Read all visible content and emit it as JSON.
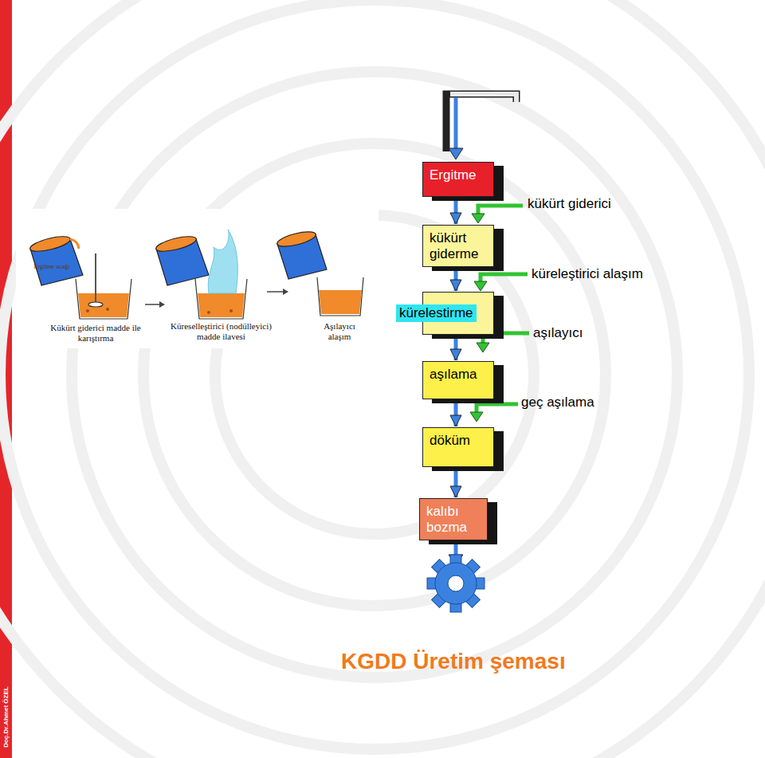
{
  "diagram": {
    "caption": "KGDD Üretim şeması",
    "nodes": [
      {
        "text": [
          "Ergitme"
        ]
      },
      {
        "text": [
          "kükürt giderme"
        ]
      },
      {
        "text": [
          "kürelestirme"
        ]
      },
      {
        "text": [
          "aşılama"
        ]
      },
      {
        "text": [
          "döküm"
        ]
      },
      {
        "text": [
          "kalıbı bozma"
        ]
      }
    ],
    "edges": [
      {
        "from": 0,
        "to": 1,
        "arrow": "to"
      },
      {
        "from": 1,
        "to": 2,
        "arrow": "to"
      },
      {
        "from": 2,
        "to": 3,
        "arrow": "to"
      },
      {
        "from": 3,
        "to": 4,
        "arrow": "to"
      },
      {
        "from": 4,
        "to": 5,
        "arrow": "to"
      }
    ],
    "labels": [
      "Ergitme ocağı",
      "Kükürt giderici madde ile karıştırma",
      "Küreselleştirici (nodülleyici) madde ilavesi",
      "Aşılayıcı alaşım",
      "kükürt giderici",
      "küreleştirici alaşım",
      "aşılayıcı",
      "geç aşılama",
      "Doç.Dr.Ahmet ÖZEL"
    ]
  }
}
